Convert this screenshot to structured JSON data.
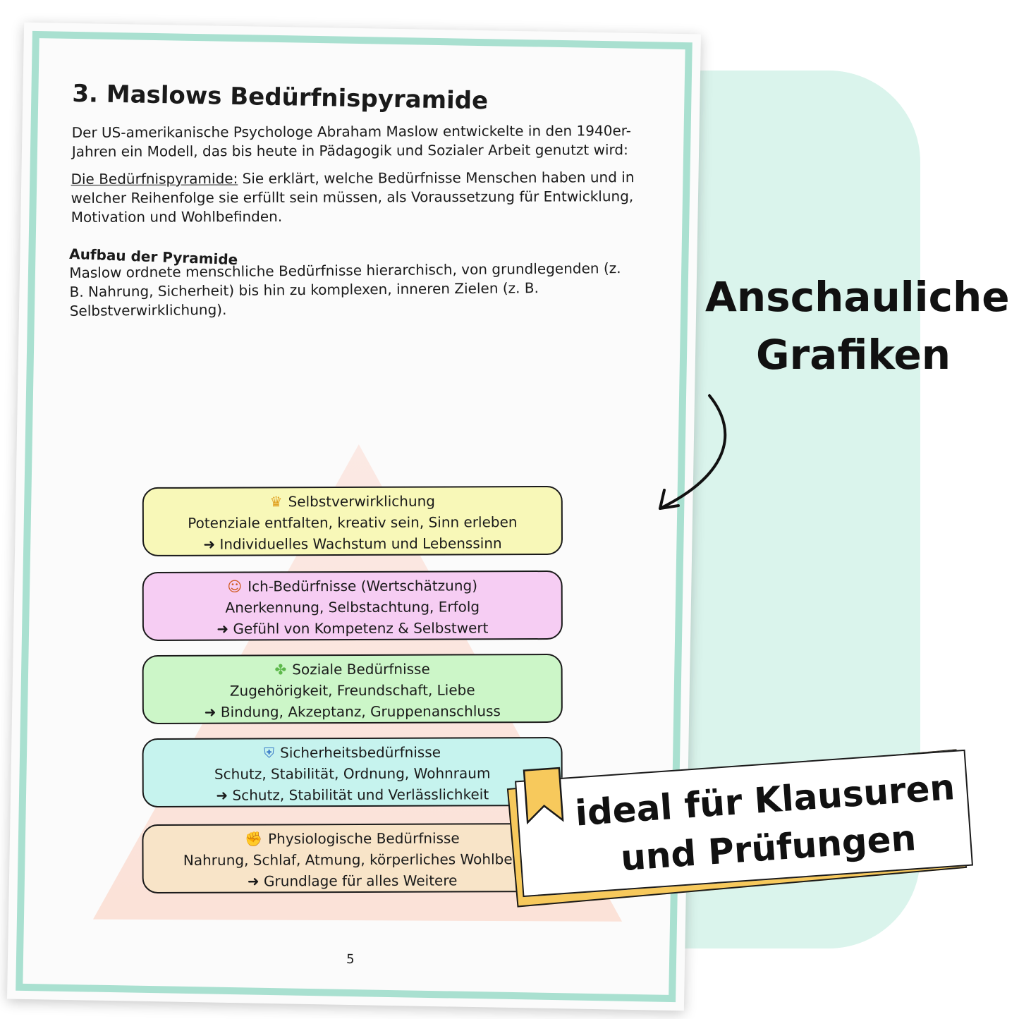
{
  "page": {
    "heading": "3. Maslows Bedürfnispyramide",
    "intro": "Der US-amerikanische Psychologe Abraham Maslow entwickelte in den 1940er-Jahren ein Modell, das bis heute in Pädagogik und Sozialer Arbeit genutzt wird:",
    "definition_term": "Die Bedürfnispyramide:",
    "definition_text": " Sie erklärt, welche Bedürfnisse Menschen haben und in welcher Reihenfolge sie erfüllt sein müssen, als Voraussetzung für Entwicklung, Motivation und Wohlbefinden.",
    "subheading": "Aufbau der Pyramide",
    "structure_text": "Maslow ordnete menschliche Bedürfnisse hierarchisch, von grundlegenden (z. B. Nahrung, Sicherheit) bis hin zu komplexen, inneren Zielen (z. B. Selbstverwirklichung).",
    "page_number": "5"
  },
  "pyramid": {
    "levels": [
      {
        "icon": "crown-icon",
        "glyph": "♛",
        "icon_color": "#e0a020",
        "title": "Selbstverwirklichung",
        "description": "Potenziale entfalten, kreativ sein, Sinn erleben",
        "result": "➜  Individuelles Wachstum und Lebenssinn",
        "color": "#f8f8b8"
      },
      {
        "icon": "person-raising-hand-icon",
        "glyph": "☺",
        "icon_color": "#d05a20",
        "title": "Ich-Bedürfnisse (Wertschätzung)",
        "description": "Anerkennung, Selbstachtung, Erfolg",
        "result": "➜  Gefühl von Kompetenz & Selbstwert",
        "color": "#f6cdf3"
      },
      {
        "icon": "puzzle-piece-icon",
        "glyph": "✤",
        "icon_color": "#5cb84a",
        "title": "Soziale Bedürfnisse",
        "description": "Zugehörigkeit, Freundschaft, Liebe",
        "result": "➜  Bindung, Akzeptanz, Gruppenanschluss",
        "color": "#ccf6c8"
      },
      {
        "icon": "shield-icon",
        "glyph": "⛨",
        "icon_color": "#3a7cc8",
        "title": "Sicherheitsbedürfnisse",
        "description": "Schutz, Stabilität, Ordnung, Wohnraum",
        "result": "➜  Schutz, Stabilität und Verlässlichkeit",
        "color": "#c6f3ee"
      },
      {
        "icon": "flexed-biceps-icon",
        "glyph": "✊",
        "icon_color": "#e0a020",
        "title": "Physiologische Bedürfnisse",
        "description": "Nahrung, Schlaf, Atmung, körperliches Wohlbefi",
        "result": "➜  Grundlage für alles Weitere",
        "color": "#f8e4c8"
      }
    ]
  },
  "promo": {
    "claim_line1": "Anschauliche",
    "claim_line2": "Grafiken",
    "badge_line1": "ideal für Klausuren",
    "badge_line2": "und Prüfungen",
    "accent_color": "#a9e0d0",
    "card_color": "#daf4ec",
    "bookmark_color": "#f7c95c"
  }
}
